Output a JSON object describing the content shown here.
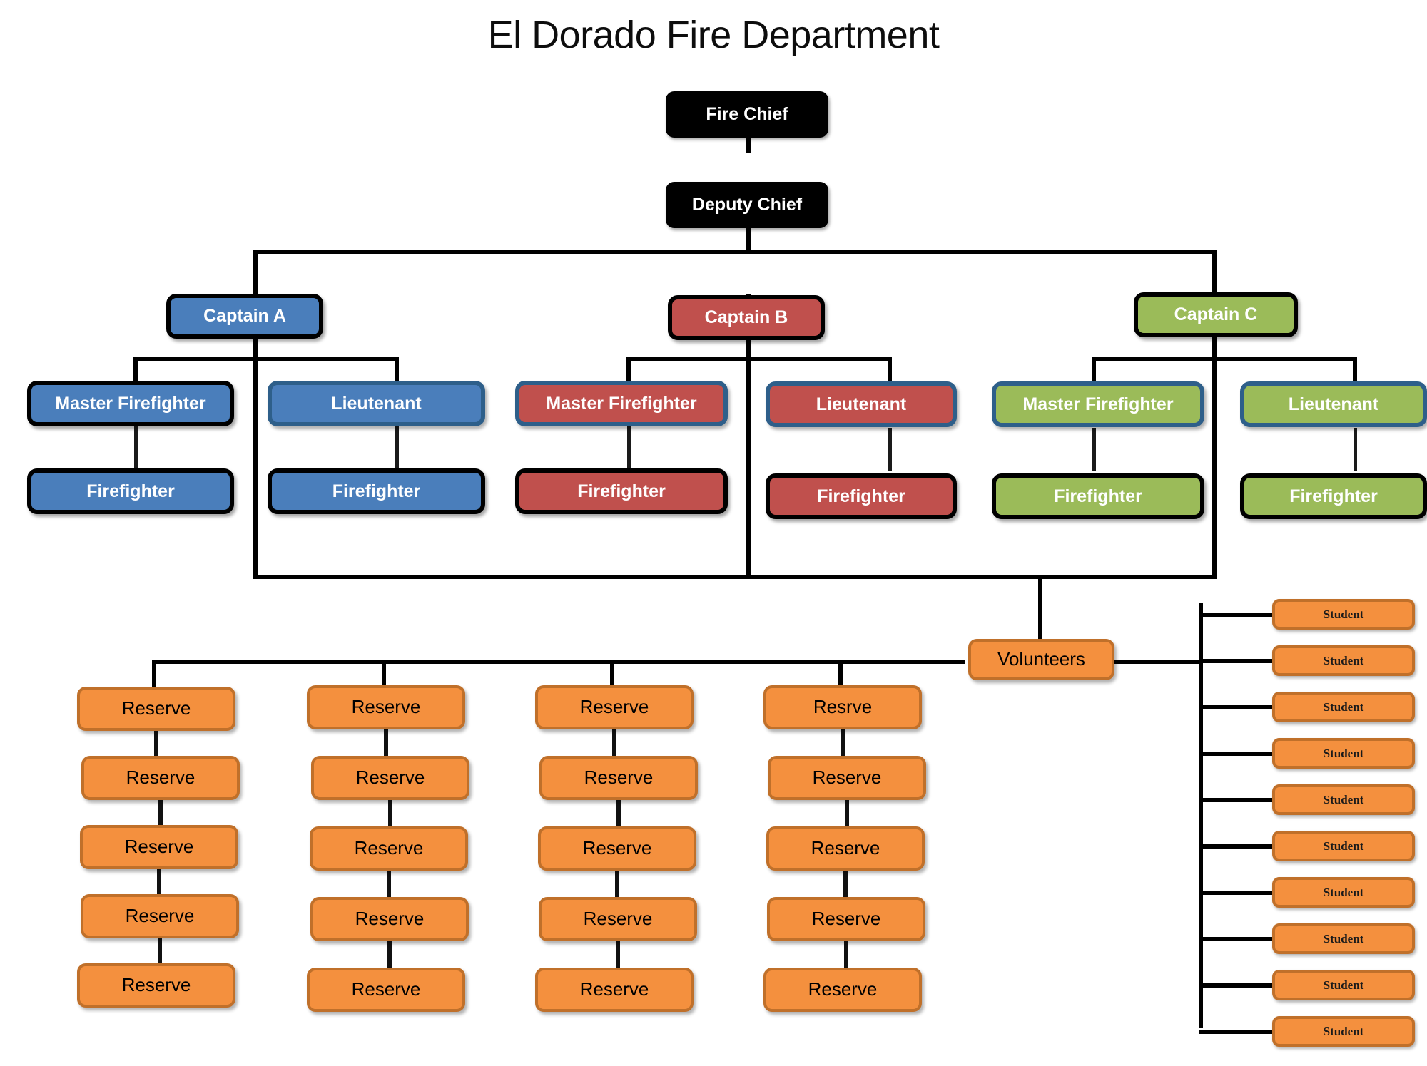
{
  "chart_title": "El Dorado Fire Department",
  "colors": {
    "command_black": "#000000",
    "team_a_blue": "#4A7EBB",
    "team_b_red": "#C0504D",
    "team_c_green": "#9BBB59",
    "volunteer_orange": "#F4903E",
    "volunteer_border": "#C0702A",
    "rank_border_blue": "#2E5F8A",
    "connector_black": "#000000",
    "canvas_white": "#FFFFFF"
  },
  "command": {
    "chief": "Fire Chief",
    "deputy": "Deputy Chief"
  },
  "captains": [
    {
      "label": "Captain A",
      "color_key": "team_a_blue",
      "ranks": [
        "Master Firefighter",
        "Lieutenant"
      ],
      "firefighters": [
        "Firefighter",
        "Firefighter"
      ]
    },
    {
      "label": "Captain B",
      "color_key": "team_b_red",
      "ranks": [
        "Master Firefighter",
        "Lieutenant"
      ],
      "firefighters": [
        "Firefighter",
        "Firefighter"
      ]
    },
    {
      "label": "Captain C",
      "color_key": "team_c_green",
      "ranks": [
        "Master Firefighter",
        "Lieutenant"
      ],
      "firefighters": [
        "Firefighter",
        "Firefighter"
      ]
    }
  ],
  "volunteers": {
    "label": "Volunteers",
    "reserve_columns": [
      [
        "Reserve",
        "Reserve",
        "Reserve",
        "Reserve",
        "Reserve"
      ],
      [
        "Reserve",
        "Reserve",
        "Reserve",
        "Reserve",
        "Reserve"
      ],
      [
        "Reserve",
        "Reserve",
        "Reserve",
        "Reserve",
        "Reserve"
      ],
      [
        "Resrve",
        "Reserve",
        "Reserve",
        "Reserve",
        "Reserve"
      ]
    ],
    "students": [
      "Student",
      "Student",
      "Student",
      "Student",
      "Student",
      "Student",
      "Student",
      "Student",
      "Student",
      "Student"
    ]
  },
  "chart_data": {
    "type": "diagram",
    "title": "El Dorado Fire Department",
    "subtype": "organizational-hierarchy-tree",
    "levels": [
      {
        "level": 0,
        "nodes": [
          "Fire Chief"
        ],
        "count": 1
      },
      {
        "level": 1,
        "nodes": [
          "Deputy Chief"
        ],
        "count": 1
      },
      {
        "level": 2,
        "nodes": [
          "Captain A",
          "Captain B",
          "Captain C"
        ],
        "count": 3
      },
      {
        "level": 3,
        "nodes": [
          "Master Firefighter",
          "Lieutenant",
          "Master Firefighter",
          "Lieutenant",
          "Master Firefighter",
          "Lieutenant"
        ],
        "count": 6
      },
      {
        "level": 4,
        "nodes": [
          "Firefighter",
          "Firefighter",
          "Firefighter",
          "Firefighter",
          "Firefighter",
          "Firefighter"
        ],
        "count": 6
      },
      {
        "level": 5,
        "nodes": [
          "Volunteers"
        ],
        "count": 1
      },
      {
        "level": 6,
        "nodes": [
          "Reserve x20",
          "Student x10"
        ],
        "count": 30
      }
    ],
    "edges": [
      {
        "from": "Fire Chief",
        "to": "Deputy Chief"
      },
      {
        "from": "Deputy Chief",
        "to": "Captain A"
      },
      {
        "from": "Deputy Chief",
        "to": "Captain B"
      },
      {
        "from": "Deputy Chief",
        "to": "Captain C"
      },
      {
        "from": "Captain A",
        "to": "Master Firefighter"
      },
      {
        "from": "Captain A",
        "to": "Lieutenant"
      },
      {
        "from": "Captain B",
        "to": "Master Firefighter"
      },
      {
        "from": "Captain B",
        "to": "Lieutenant"
      },
      {
        "from": "Captain C",
        "to": "Master Firefighter"
      },
      {
        "from": "Captain C",
        "to": "Lieutenant"
      },
      {
        "from": "Master Firefighter",
        "to": "Firefighter"
      },
      {
        "from": "Lieutenant",
        "to": "Firefighter"
      },
      {
        "from": "Captains",
        "to": "Volunteers"
      },
      {
        "from": "Volunteers",
        "to": "Reserve"
      },
      {
        "from": "Volunteers",
        "to": "Student"
      }
    ],
    "totals": {
      "reserve_count": 20,
      "reserve_columns": 4,
      "reserve_per_column": 5,
      "student_count": 10,
      "captain_count": 3,
      "firefighter_count": 6
    }
  }
}
